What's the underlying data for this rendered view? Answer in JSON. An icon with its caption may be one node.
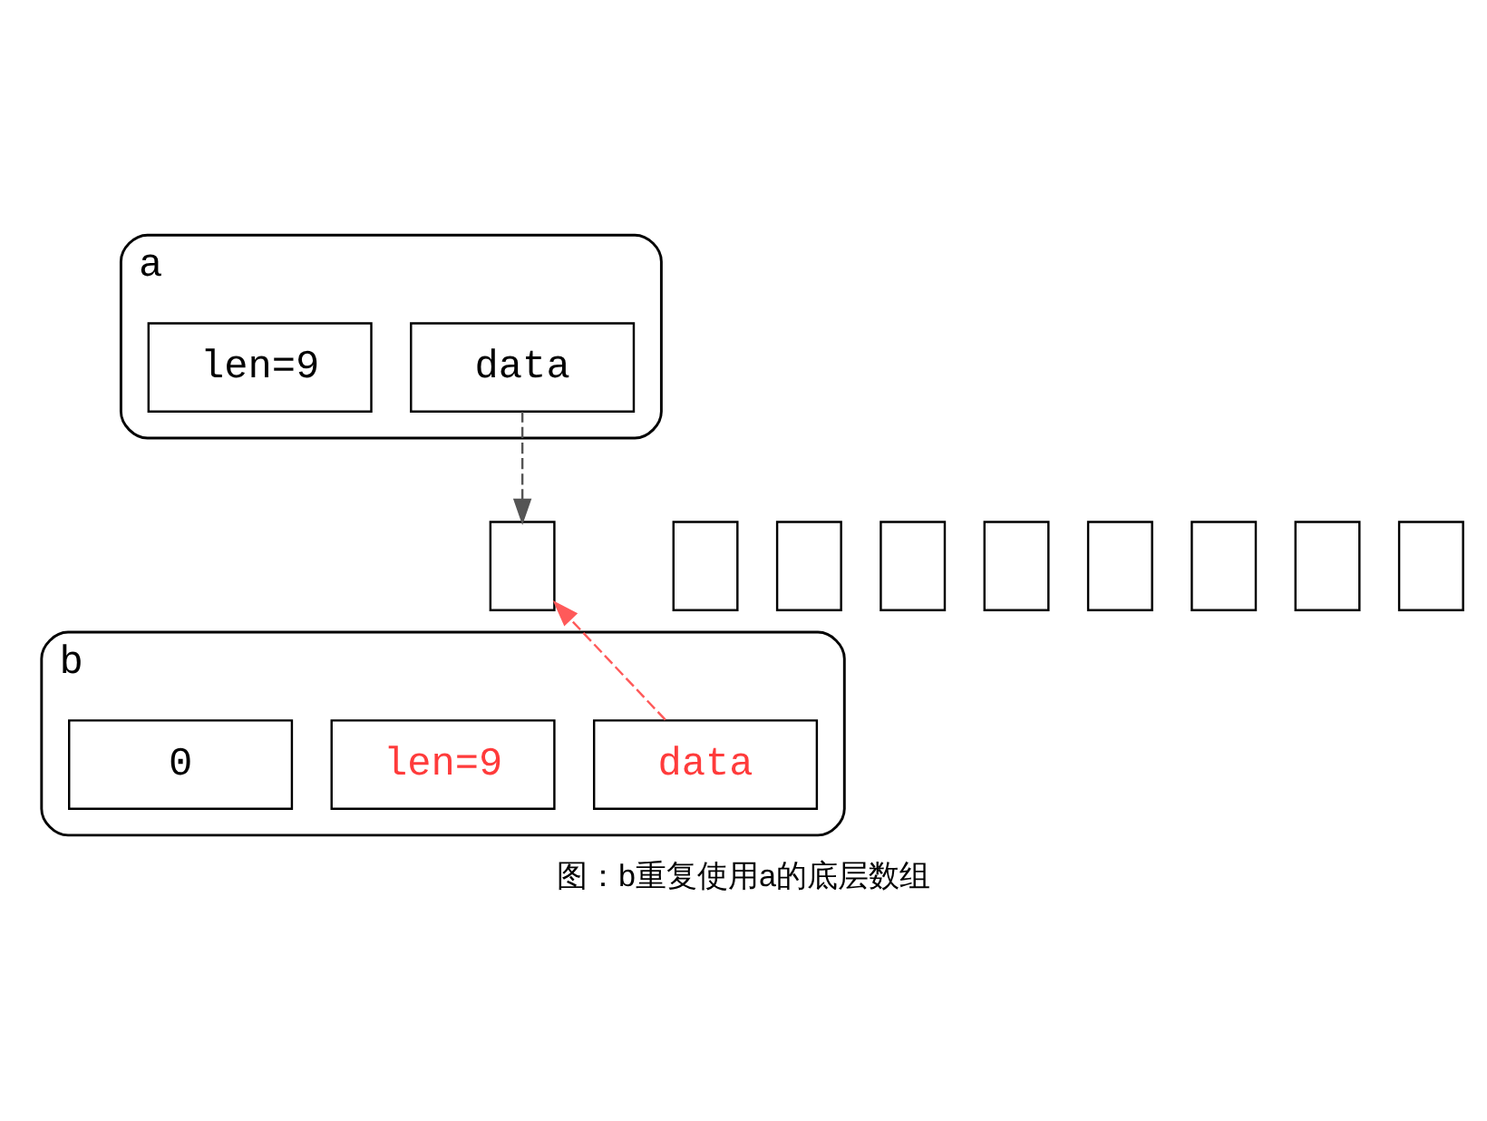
{
  "diagram": {
    "caption": "图：b重复使用a的底层数组",
    "nodes": [
      {
        "text": [],
        "shape": "box",
        "beside": [
          "a"
        ]
      },
      {
        "text": [
          "data"
        ],
        "in": 0
      },
      {
        "text": [
          "len=9"
        ],
        "in": 0
      },
      {
        "text": [],
        "shape": "box"
      },
      {
        "text": [],
        "shape": "box"
      },
      {
        "text": [],
        "shape": "box"
      },
      {
        "text": [],
        "shape": "box"
      },
      {
        "text": [],
        "shape": "box"
      },
      {
        "text": [],
        "shape": "box"
      },
      {
        "text": [],
        "shape": "box"
      },
      {
        "text": [],
        "shape": "box"
      },
      {
        "text": [],
        "shape": "box"
      },
      {
        "text": [],
        "shape": "box",
        "beside": [
          "b"
        ]
      },
      {
        "text": [
          "data"
        ],
        "in": 12
      },
      {
        "text": [
          "len=9"
        ],
        "in": 12
      },
      {
        "text": [
          "0"
        ],
        "in": 12
      }
    ],
    "edges": [
      {
        "from": 1,
        "to": 3,
        "arrow": "to",
        "style": "dashed",
        "color": "#555555"
      },
      {
        "from": 13,
        "to": 3,
        "arrow": "to",
        "style": "dashed",
        "color": "#ff5a5a"
      }
    ]
  }
}
